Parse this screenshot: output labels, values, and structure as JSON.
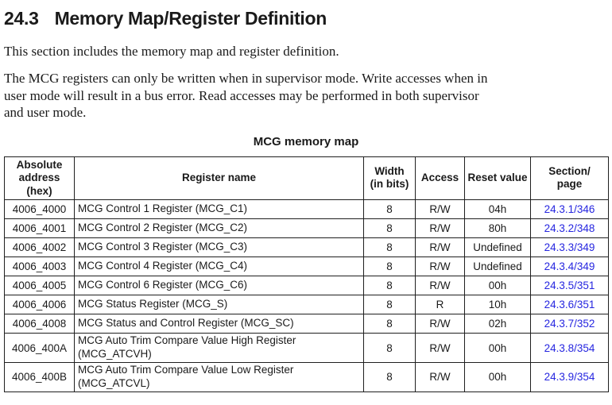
{
  "heading": {
    "number": "24.3",
    "title": "Memory Map/Register Definition"
  },
  "paragraphs": [
    "This section includes the memory map and register definition.",
    "The MCG registers can only be written when in supervisor mode. Write accesses when in\nuser mode will result in a bus error. Read accesses may be performed in both supervisor\nand user mode."
  ],
  "table": {
    "title": "MCG memory map",
    "columns": [
      "Absolute\naddress\n(hex)",
      "Register name",
      "Width\n(in bits)",
      "Access",
      "Reset value",
      "Section/\npage"
    ],
    "rows": [
      {
        "address": "4006_4000",
        "name": "MCG Control 1 Register (MCG_C1)",
        "width": "8",
        "access": "R/W",
        "reset": "04h",
        "section": "24.3.1/346"
      },
      {
        "address": "4006_4001",
        "name": "MCG Control 2 Register (MCG_C2)",
        "width": "8",
        "access": "R/W",
        "reset": "80h",
        "section": "24.3.2/348"
      },
      {
        "address": "4006_4002",
        "name": "MCG Control 3 Register (MCG_C3)",
        "width": "8",
        "access": "R/W",
        "reset": "Undefined",
        "section": "24.3.3/349"
      },
      {
        "address": "4006_4003",
        "name": "MCG Control 4 Register (MCG_C4)",
        "width": "8",
        "access": "R/W",
        "reset": "Undefined",
        "section": "24.3.4/349"
      },
      {
        "address": "4006_4005",
        "name": "MCG Control 6 Register (MCG_C6)",
        "width": "8",
        "access": "R/W",
        "reset": "00h",
        "section": "24.3.5/351"
      },
      {
        "address": "4006_4006",
        "name": "MCG Status Register (MCG_S)",
        "width": "8",
        "access": "R",
        "reset": "10h",
        "section": "24.3.6/351"
      },
      {
        "address": "4006_4008",
        "name": "MCG Status and Control Register (MCG_SC)",
        "width": "8",
        "access": "R/W",
        "reset": "02h",
        "section": "24.3.7/352"
      },
      {
        "address": "4006_400A",
        "name": "MCG Auto Trim Compare Value High Register\n(MCG_ATCVH)",
        "width": "8",
        "access": "R/W",
        "reset": "00h",
        "section": "24.3.8/354"
      },
      {
        "address": "4006_400B",
        "name": "MCG Auto Trim Compare Value Low Register\n(MCG_ATCVL)",
        "width": "8",
        "access": "R/W",
        "reset": "00h",
        "section": "24.3.9/354"
      }
    ]
  },
  "colors": {
    "link_blue": "#2626e0",
    "text_black": "#1a1a1a"
  }
}
